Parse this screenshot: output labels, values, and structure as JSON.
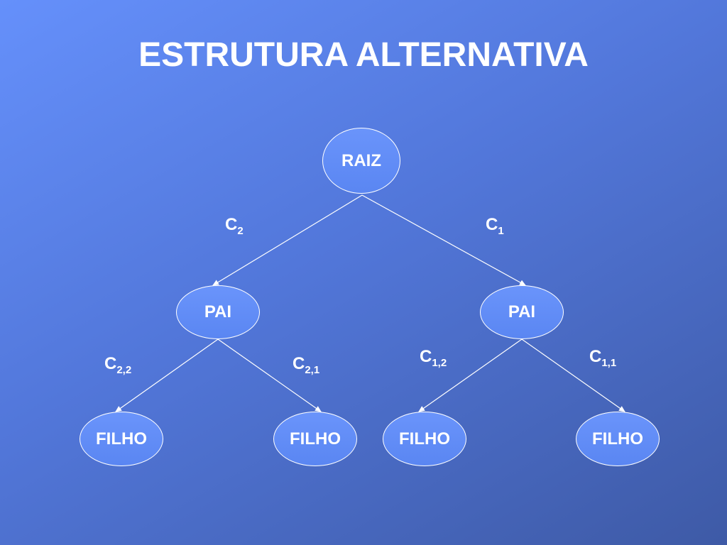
{
  "title": "ESTRUTURA ALTERNATIVA",
  "nodes": {
    "root": "RAIZ",
    "parent_left": "PAI",
    "parent_right": "PAI",
    "child_1": "FILHO",
    "child_2": "FILHO",
    "child_3": "FILHO",
    "child_4": "FILHO"
  },
  "edge_labels": {
    "c2": {
      "base": "C",
      "sub": "2"
    },
    "c1": {
      "base": "C",
      "sub": "1"
    },
    "c22": {
      "base": "C",
      "sub": "2,2"
    },
    "c21": {
      "base": "C",
      "sub": "2,1"
    },
    "c12": {
      "base": "C",
      "sub": "1,2"
    },
    "c11": {
      "base": "C",
      "sub": "1,1"
    }
  },
  "colors": {
    "background_start": "#6590fb",
    "background_end": "#3e5aa6",
    "stroke": "#ffffff"
  }
}
